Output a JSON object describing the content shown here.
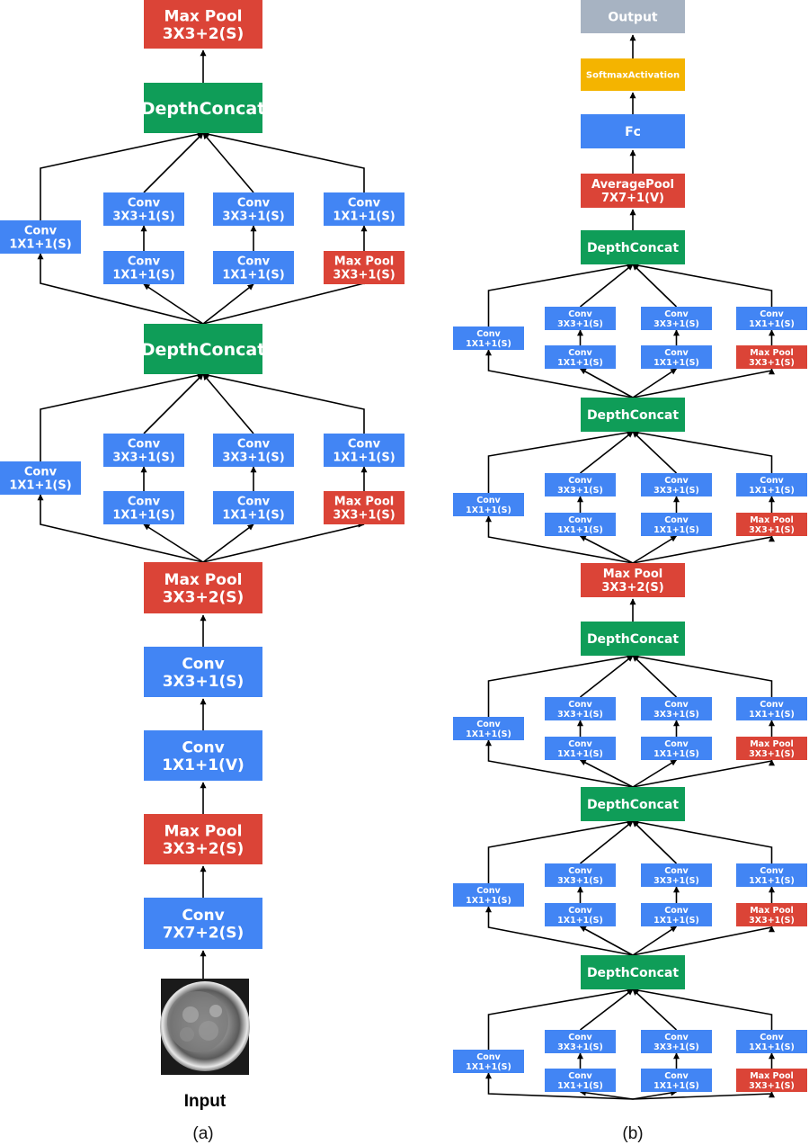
{
  "colors": {
    "conv": "#4285f4",
    "pool": "#db4437",
    "concat": "#0f9d58",
    "softmax": "#f4b400",
    "output": "#a7b3c2",
    "edge": "#000000"
  },
  "labels": {
    "conv": "Conv",
    "max_pool": "Max Pool",
    "depth_concat": "DepthConcat",
    "k1x1": "1X1+1(S)",
    "k3x3": "3X3+1(S)",
    "k1x1v": "1X1+1(V)",
    "pool_3x3_s2": "3X3+2(S)",
    "k7x7": "7X7+2(S)",
    "average_pool": "AveragePool",
    "avg_kernel": "7X7+1(V)",
    "fc": "Fc",
    "softmax": "SoftmaxActivation",
    "output": "Output",
    "input": "Input"
  },
  "captions": {
    "a": "(a)",
    "b": "(b)"
  },
  "image": {
    "input_thumbnail": "embryo-image"
  }
}
